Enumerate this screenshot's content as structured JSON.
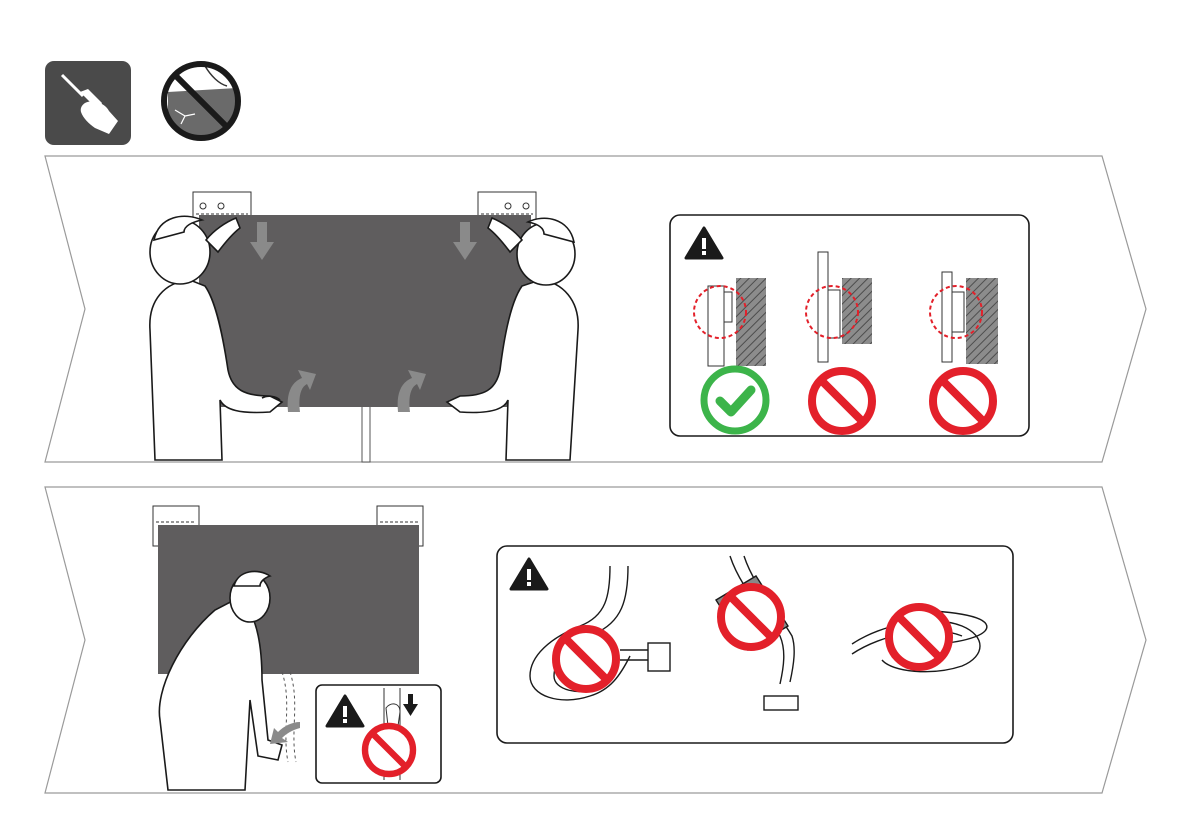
{
  "icons": {
    "tools": [
      "screwdriver-icon",
      "no-rough-surface-icon"
    ],
    "warning": "warning-icon",
    "ok": "check-icon",
    "forbidden": "prohibited-icon",
    "arrows": [
      "arrow-down-icon",
      "arrow-curve-up-icon",
      "arrow-left-icon"
    ]
  },
  "colors": {
    "panel": "#5f5d5e",
    "tile": "#4a4a4a",
    "ok_green": "#3cb44a",
    "forbidden_red": "#e3202a",
    "focus_circle": "#e3202a",
    "frame_stroke": "#9a9a9a"
  },
  "steps": [
    {
      "scene": "two-people-hang-tv-on-wall-brackets",
      "warning_box": {
        "variants": [
          {
            "state": "correct",
            "mark": "check-icon"
          },
          {
            "state": "incorrect",
            "mark": "prohibited-icon"
          },
          {
            "state": "incorrect",
            "mark": "prohibited-icon"
          }
        ]
      }
    },
    {
      "scene": "one-person-secures-tv-and-tucks-cable",
      "pinch_warning": {
        "mark": "prohibited-icon"
      },
      "warning_box": {
        "variants": [
          {
            "state": "knotted-cable",
            "mark": "prohibited-icon"
          },
          {
            "state": "twisted-cable",
            "mark": "prohibited-icon"
          },
          {
            "state": "coiled-cable",
            "mark": "prohibited-icon"
          }
        ]
      }
    }
  ]
}
